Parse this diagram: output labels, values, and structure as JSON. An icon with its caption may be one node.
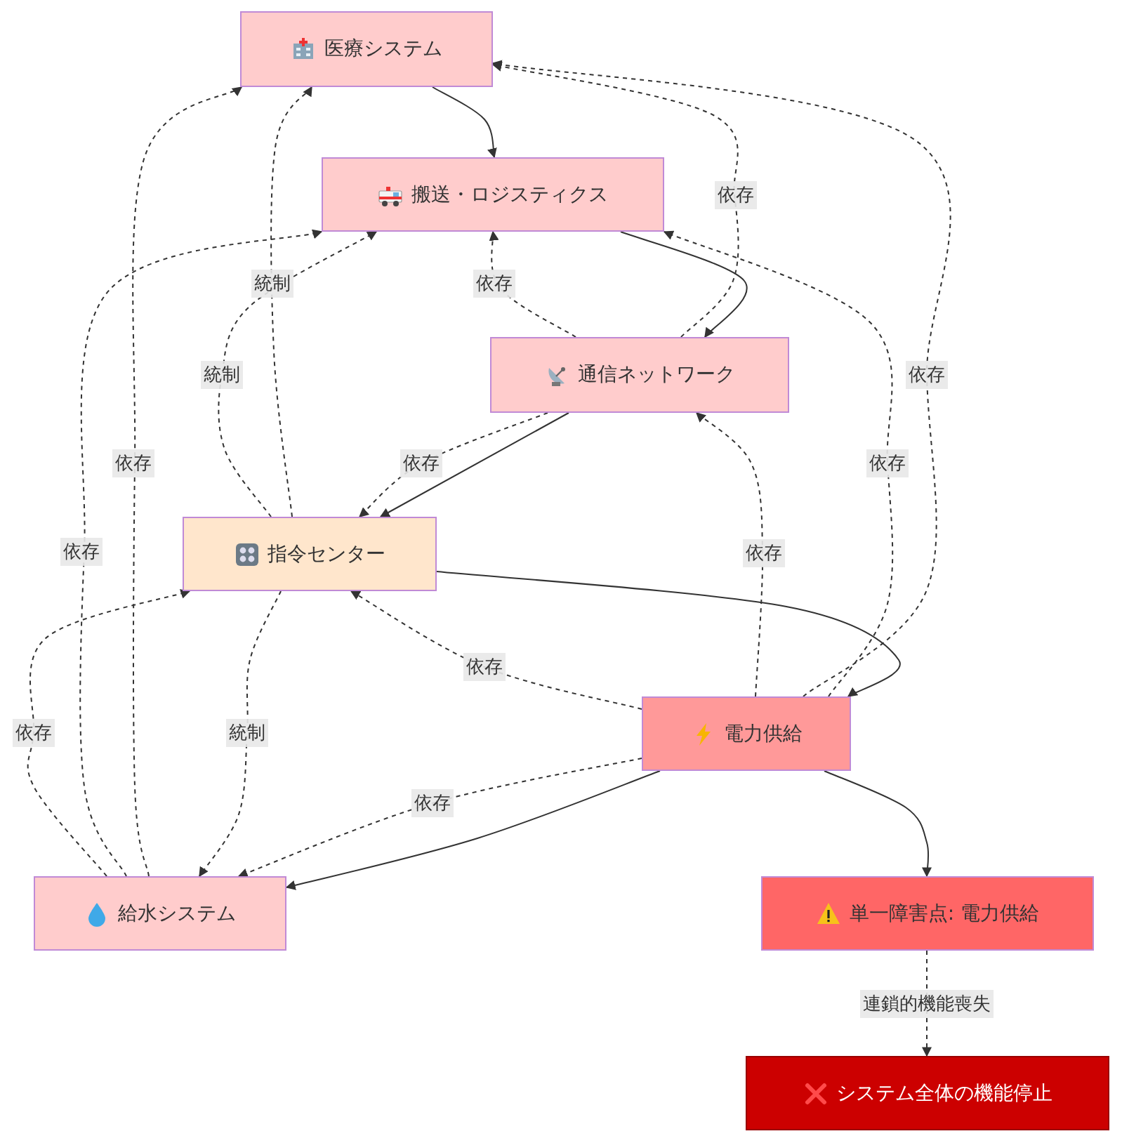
{
  "diagram": {
    "nodes": [
      {
        "text": [
          "医療システム"
        ]
      },
      {
        "text": [
          "搬送・ロジスティクス"
        ]
      },
      {
        "text": [
          "通信ネットワーク"
        ]
      },
      {
        "text": [
          "指令センター"
        ]
      },
      {
        "text": [
          "電力供給"
        ]
      },
      {
        "text": [
          "給水システム"
        ]
      },
      {
        "text": [
          "単一障害点: 電力供給"
        ]
      },
      {
        "text": [
          "システム全体の機能停止"
        ]
      }
    ],
    "edges": [
      {
        "from": 0,
        "to": 1,
        "arrow": "to"
      },
      {
        "from": 1,
        "to": 2,
        "arrow": "to"
      },
      {
        "from": 2,
        "to": 3,
        "arrow": "to"
      },
      {
        "from": 3,
        "to": 4,
        "arrow": "to"
      },
      {
        "from": 4,
        "to": 5,
        "arrow": "to"
      },
      {
        "from": 4,
        "to": 6,
        "arrow": "to"
      },
      {
        "from": 6,
        "to": 7,
        "arrow": "to",
        "label": "連鎖的機能喪失",
        "style": "dashed"
      },
      {
        "from": 2,
        "to": 0,
        "arrow": "to",
        "label": "依存",
        "style": "dashed"
      },
      {
        "from": 2,
        "to": 1,
        "arrow": "to",
        "label": "依存",
        "style": "dashed"
      },
      {
        "from": 2,
        "to": 3,
        "arrow": "to",
        "label": "依存",
        "style": "dashed"
      },
      {
        "from": 3,
        "to": 0,
        "arrow": "to",
        "label": "統制",
        "style": "dashed"
      },
      {
        "from": 3,
        "to": 1,
        "arrow": "to",
        "label": "統制",
        "style": "dashed"
      },
      {
        "from": 3,
        "to": 5,
        "arrow": "to",
        "label": "統制",
        "style": "dashed"
      },
      {
        "from": 4,
        "to": 0,
        "arrow": "to",
        "label": "依存",
        "style": "dashed"
      },
      {
        "from": 4,
        "to": 1,
        "arrow": "to",
        "label": "依存",
        "style": "dashed"
      },
      {
        "from": 4,
        "to": 2,
        "arrow": "to",
        "label": "依存",
        "style": "dashed"
      },
      {
        "from": 4,
        "to": 3,
        "arrow": "to",
        "label": "依存",
        "style": "dashed"
      },
      {
        "from": 4,
        "to": 5,
        "arrow": "to",
        "label": "依存",
        "style": "dashed"
      },
      {
        "from": 5,
        "to": 0,
        "arrow": "to",
        "label": "依存",
        "style": "dashed"
      },
      {
        "from": 5,
        "to": 1,
        "arrow": "to",
        "label": "依存",
        "style": "dashed"
      },
      {
        "from": 5,
        "to": 3,
        "arrow": "to",
        "label": "依存",
        "style": "dashed"
      }
    ]
  }
}
